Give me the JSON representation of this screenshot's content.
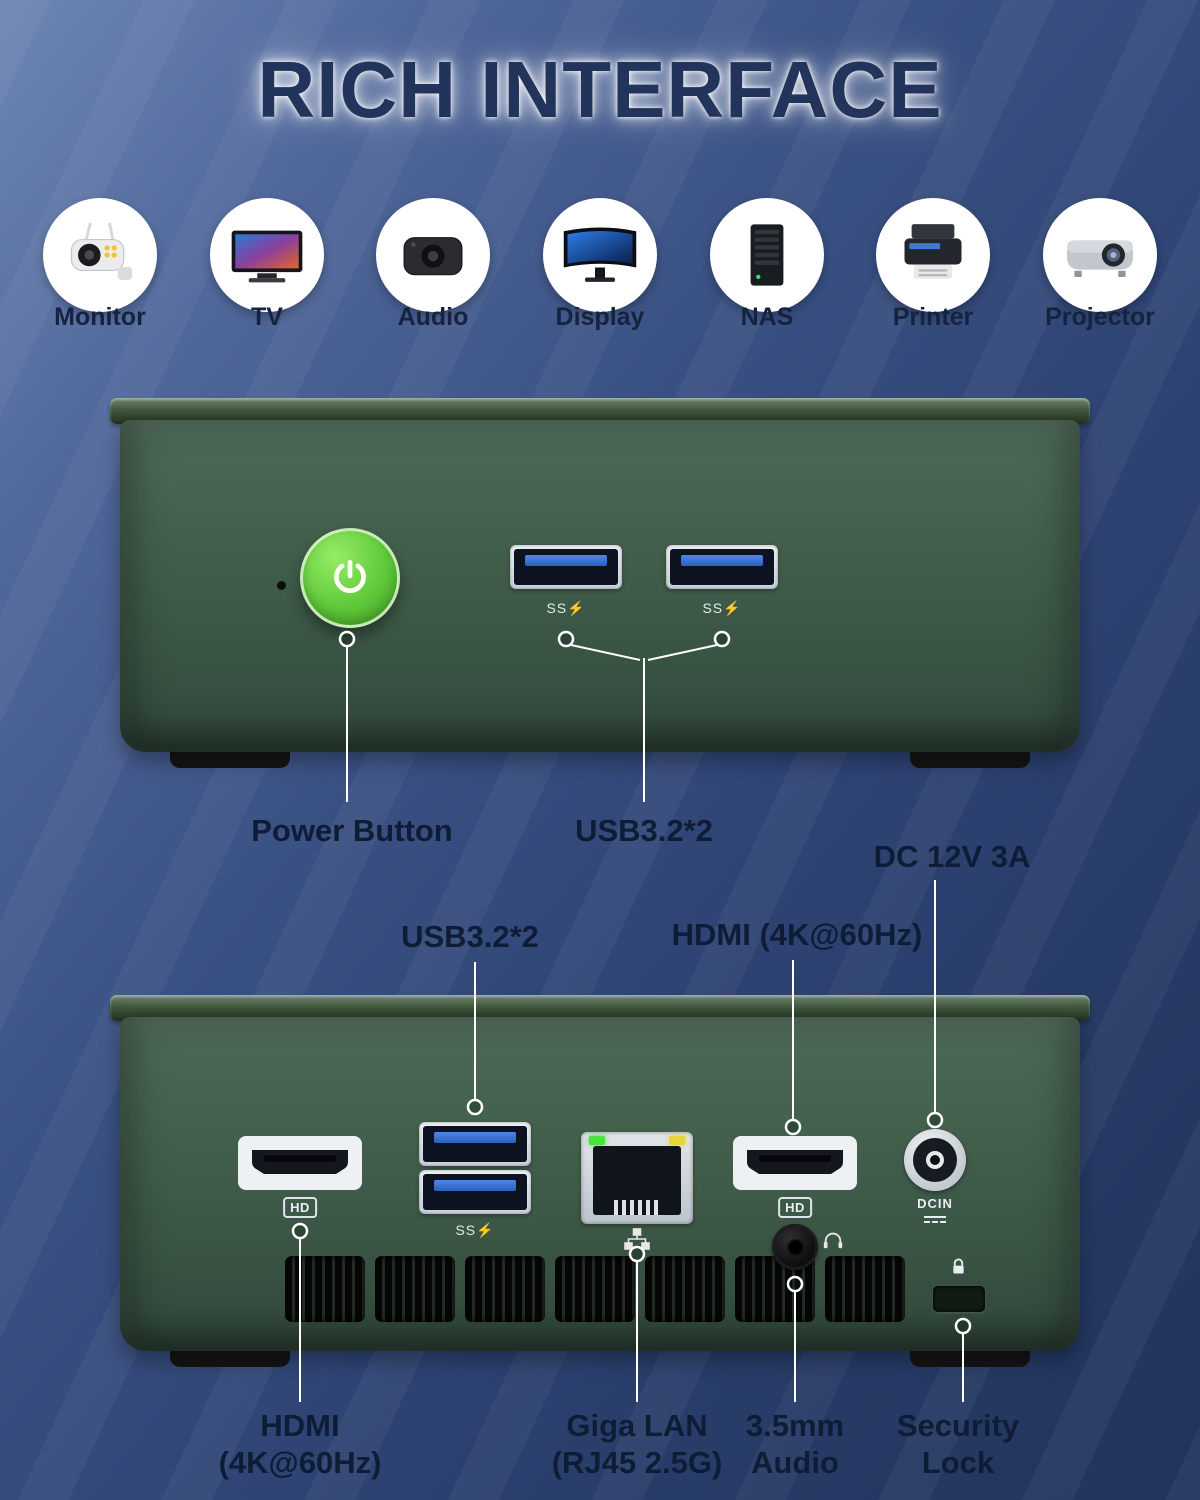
{
  "title": "RICH INTERFACE",
  "devices": [
    {
      "label": "Monitor"
    },
    {
      "label": "TV"
    },
    {
      "label": "Audio"
    },
    {
      "label": "Display"
    },
    {
      "label": "NAS"
    },
    {
      "label": "Printer"
    },
    {
      "label": "Projector"
    }
  ],
  "front_view": {
    "power_button_label": "Power Button",
    "usb_label": "USB3.2*2",
    "usb_marking": "SS⚡"
  },
  "rear_view": {
    "usb_label": "USB3.2*2",
    "usb_marking": "SS⚡",
    "hdmi_top_label": "HDMI (4K@60Hz)",
    "dc_label": "DC 12V 3A",
    "hdmi_marking": "HD",
    "dcin_marking": "DCIN",
    "hdmi_bottom_label": {
      "line1": "HDMI",
      "line2": "(4K@60Hz)"
    },
    "lan_label": {
      "line1": "Giga LAN",
      "line2": "(RJ45 2.5G)"
    },
    "audio_label": {
      "line1": "3.5mm",
      "line2": "Audio"
    },
    "lock_label": {
      "line1": "Security",
      "line2": "Lock"
    }
  },
  "colors": {
    "background_blue": "#31497a",
    "chassis_green": "#41604c",
    "power_green": "#5fc93a",
    "usb_blue": "#3a6fd0",
    "label_navy": "#0e1c36"
  }
}
